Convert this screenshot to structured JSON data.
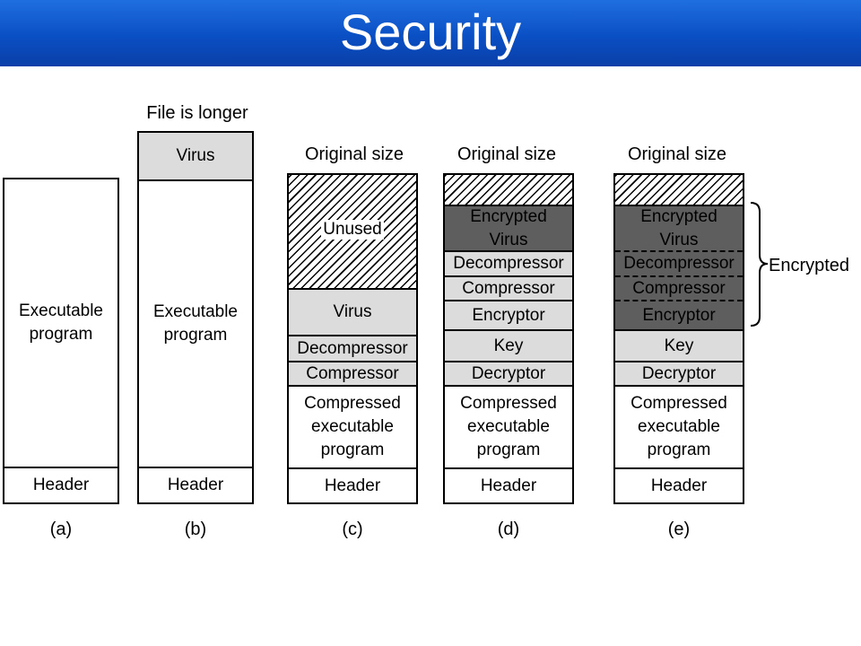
{
  "title": "Security",
  "annotations": {
    "file_longer": "File is longer",
    "original_size": "Original size",
    "encrypted": "Encrypted"
  },
  "columns": [
    {
      "case": "(a)",
      "segments": [
        {
          "text": "Executable\nprogram",
          "fill": "white"
        },
        {
          "text": "Header",
          "fill": "white"
        }
      ]
    },
    {
      "case": "(b)",
      "segments": [
        {
          "text": "Virus",
          "fill": "light"
        },
        {
          "text": "Executable\nprogram",
          "fill": "white"
        },
        {
          "text": "Header",
          "fill": "white"
        }
      ]
    },
    {
      "case": "(c)",
      "segments": [
        {
          "text": "Unused",
          "fill": "hatch"
        },
        {
          "text": "Virus",
          "fill": "light"
        },
        {
          "text": "Decompressor",
          "fill": "light"
        },
        {
          "text": "Compressor",
          "fill": "light"
        },
        {
          "text": "Compressed\nexecutable\nprogram",
          "fill": "white"
        },
        {
          "text": "Header",
          "fill": "white"
        }
      ]
    },
    {
      "case": "(d)",
      "segments": [
        {
          "text": "",
          "fill": "hatch"
        },
        {
          "text": "Encrypted\nVirus",
          "fill": "dark"
        },
        {
          "text": "Decompressor",
          "fill": "light"
        },
        {
          "text": "Compressor",
          "fill": "light"
        },
        {
          "text": "Encryptor",
          "fill": "light"
        },
        {
          "text": "Key",
          "fill": "light"
        },
        {
          "text": "Decryptor",
          "fill": "light"
        },
        {
          "text": "Compressed\nexecutable\nprogram",
          "fill": "white"
        },
        {
          "text": "Header",
          "fill": "white"
        }
      ]
    },
    {
      "case": "(e)",
      "segments": [
        {
          "text": "",
          "fill": "hatch"
        },
        {
          "text": "Encrypted\nVirus",
          "fill": "dark"
        },
        {
          "text": "Decompressor",
          "fill": "dark"
        },
        {
          "text": "Compressor",
          "fill": "dark"
        },
        {
          "text": "Encryptor",
          "fill": "dark"
        },
        {
          "text": "Key",
          "fill": "light"
        },
        {
          "text": "Decryptor",
          "fill": "light"
        },
        {
          "text": "Compressed\nexecutable\nprogram",
          "fill": "white"
        },
        {
          "text": "Header",
          "fill": "white"
        }
      ]
    }
  ]
}
